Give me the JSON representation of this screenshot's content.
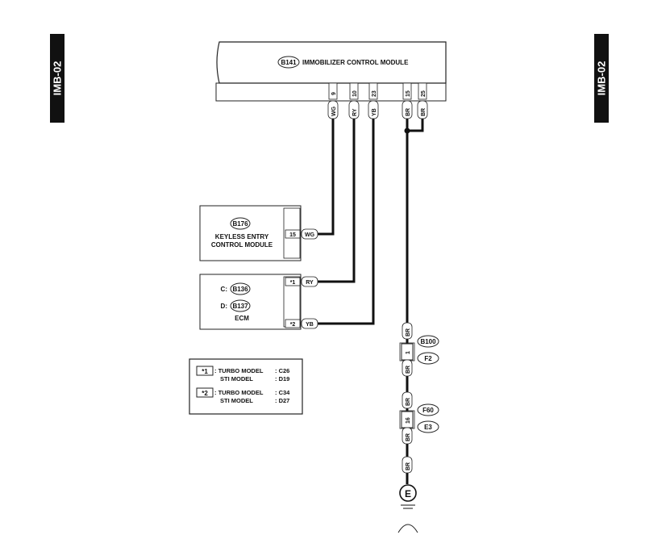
{
  "side_tab_left": "IMB-02",
  "side_tab_right": "IMB-02",
  "module": {
    "connector": "B141",
    "name": "IMMOBILIZER CONTROL MODULE"
  },
  "pins": [
    {
      "pin": "9",
      "color": "WG"
    },
    {
      "pin": "10",
      "color": "RY"
    },
    {
      "pin": "23",
      "color": "YB"
    },
    {
      "pin": "15",
      "color": "BR"
    },
    {
      "pin": "25",
      "color": "BR"
    }
  ],
  "keyless": {
    "connector": "B176",
    "line1": "KEYLESS ENTRY",
    "line2": "CONTROL MODULE",
    "pin": "15",
    "color": "WG"
  },
  "ecm": {
    "c_label": "C:",
    "c_connector": "B136",
    "d_label": "D:",
    "d_connector": "B137",
    "name": "ECM",
    "pin1": "*1",
    "color1": "RY",
    "pin2": "*2",
    "color2": "YB"
  },
  "legend": [
    {
      "mark": "*1",
      "rows": [
        {
          "model": ": TURBO MODEL",
          "code": ": C26"
        },
        {
          "model": "STI MODEL",
          "code": ": D19"
        }
      ]
    },
    {
      "mark": "*2",
      "rows": [
        {
          "model": ": TURBO MODEL",
          "code": ": C34"
        },
        {
          "model": "STI MODEL",
          "code": ": D27"
        }
      ]
    }
  ],
  "ground_path": {
    "wire_color": "BR",
    "conn1": {
      "pin": "1",
      "connector": "B100",
      "ref": "F2"
    },
    "conn2": {
      "pin": "16",
      "connector": "F60",
      "ref": "E3"
    },
    "ground": "E"
  }
}
